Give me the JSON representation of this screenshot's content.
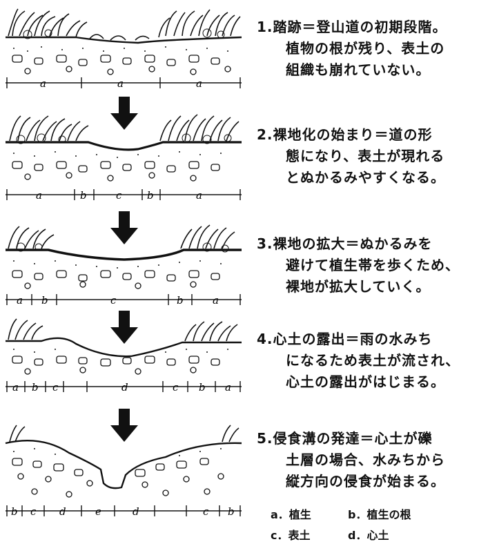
{
  "stages": [
    {
      "num": "1.",
      "lines": [
        "踏跡＝登山道の初期段階。",
        "植物の根が残り、表土の",
        "組織も崩れていない。"
      ],
      "segments": [
        "a",
        "a",
        "a"
      ]
    },
    {
      "num": "2.",
      "lines": [
        "裸地化の始まり＝道の形",
        "態になり、表土が現れる",
        "とぬかるみやすくなる。"
      ],
      "segments": [
        "a",
        "b",
        "c",
        "b",
        "a"
      ]
    },
    {
      "num": "3.",
      "lines": [
        "裸地の拡大＝ぬかるみを",
        "避けて植生帯を歩くため、",
        "裸地が拡大していく。"
      ],
      "segments": [
        "a",
        "b",
        "c",
        "b",
        "a"
      ]
    },
    {
      "num": "4.",
      "lines": [
        "心土の露出＝雨の水みち",
        "になるため表土が流され、",
        "心土の露出がはじまる。"
      ],
      "segments": [
        "a",
        "b",
        "c",
        "d",
        "c",
        "b",
        "a"
      ]
    },
    {
      "num": "5.",
      "lines": [
        "侵食溝の発達＝心土が礫",
        "土層の場合、水みちから",
        "縦方向の侵食が始まる。"
      ],
      "segments": [
        "b",
        "c",
        "d",
        "e",
        "d",
        "c",
        "b"
      ]
    }
  ],
  "legend": {
    "row1": [
      "a．植生",
      "b．植生の根"
    ],
    "row2": [
      "c．表土",
      "d．心土"
    ]
  }
}
